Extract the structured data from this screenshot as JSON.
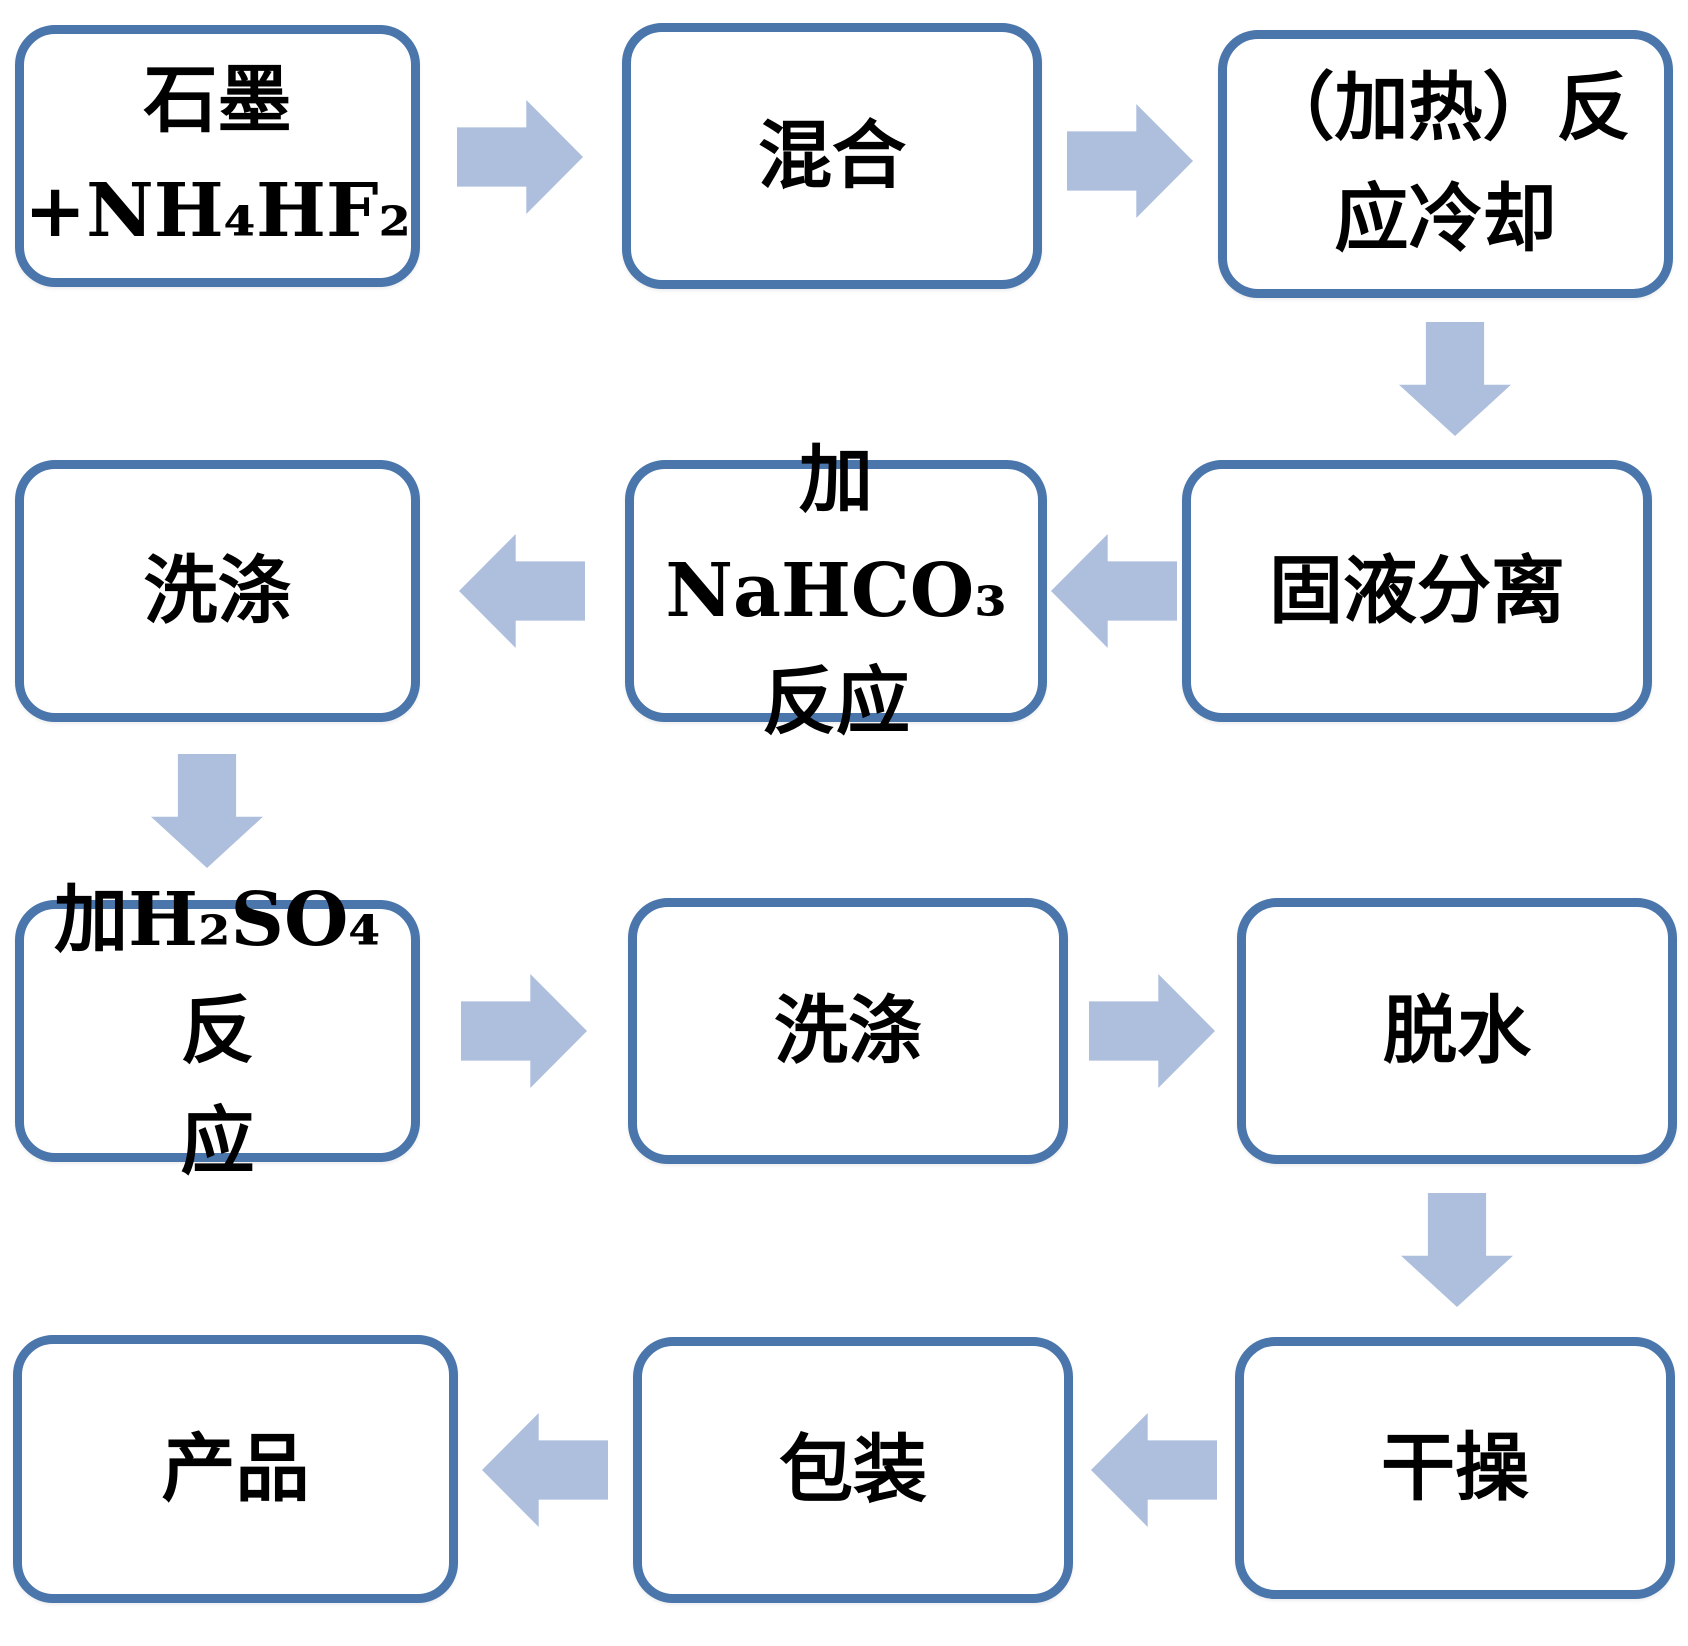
{
  "diagram": {
    "type": "flowchart",
    "background_color": "#ffffff",
    "box_fill_color": "#ffffff",
    "box_border_color": "#4A76AC",
    "arrow_color": "#AEBEDD",
    "text_color": "#000000",
    "nodes": [
      {
        "id": "graphite-nh4hf2",
        "label": "石墨\n+NH₄HF₂"
      },
      {
        "id": "mixing",
        "label": "混合"
      },
      {
        "id": "heated-reaction-cooling",
        "label": "（加热）反\n应冷却"
      },
      {
        "id": "solid-liquid-separation",
        "label": "固液分离"
      },
      {
        "id": "add-nahco3-reaction",
        "label": "加NaHCO₃\n反应"
      },
      {
        "id": "washing-1",
        "label": "洗涤"
      },
      {
        "id": "add-h2so4-reaction",
        "label": "加H₂SO₄反\n应"
      },
      {
        "id": "washing-2",
        "label": "洗涤"
      },
      {
        "id": "dehydration",
        "label": "脱水"
      },
      {
        "id": "drying",
        "label": "干操"
      },
      {
        "id": "packaging",
        "label": "包装"
      },
      {
        "id": "product",
        "label": "产品"
      }
    ],
    "edges": [
      {
        "from": "graphite-nh4hf2",
        "to": "mixing",
        "direction": "right"
      },
      {
        "from": "mixing",
        "to": "heated-reaction-cooling",
        "direction": "right"
      },
      {
        "from": "heated-reaction-cooling",
        "to": "solid-liquid-separation",
        "direction": "down"
      },
      {
        "from": "solid-liquid-separation",
        "to": "add-nahco3-reaction",
        "direction": "left"
      },
      {
        "from": "add-nahco3-reaction",
        "to": "washing-1",
        "direction": "left"
      },
      {
        "from": "washing-1",
        "to": "add-h2so4-reaction",
        "direction": "down"
      },
      {
        "from": "add-h2so4-reaction",
        "to": "washing-2",
        "direction": "right"
      },
      {
        "from": "washing-2",
        "to": "dehydration",
        "direction": "right"
      },
      {
        "from": "dehydration",
        "to": "drying",
        "direction": "down"
      },
      {
        "from": "drying",
        "to": "packaging",
        "direction": "left"
      },
      {
        "from": "packaging",
        "to": "product",
        "direction": "left"
      }
    ]
  }
}
